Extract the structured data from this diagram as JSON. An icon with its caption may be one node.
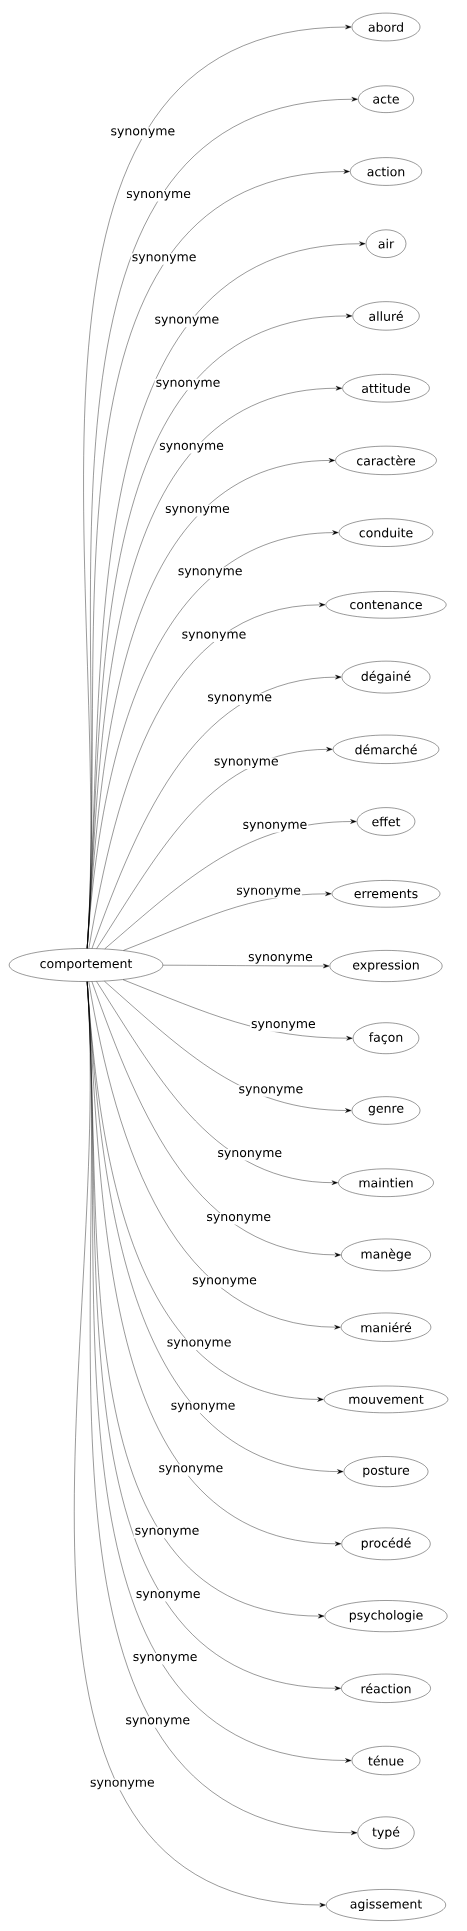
{
  "diagram": {
    "nodes": [
      {
        "text": [
          "comportement"
        ]
      },
      {
        "text": [
          "abord"
        ]
      },
      {
        "text": [
          "acte"
        ]
      },
      {
        "text": [
          "action"
        ]
      },
      {
        "text": [
          "air"
        ]
      },
      {
        "text": [
          "alluré"
        ]
      },
      {
        "text": [
          "attitude"
        ]
      },
      {
        "text": [
          "caractère"
        ]
      },
      {
        "text": [
          "conduite"
        ]
      },
      {
        "text": [
          "contenance"
        ]
      },
      {
        "text": [
          "dégainé"
        ]
      },
      {
        "text": [
          "démarché"
        ]
      },
      {
        "text": [
          "effet"
        ]
      },
      {
        "text": [
          "errements"
        ]
      },
      {
        "text": [
          "expression"
        ]
      },
      {
        "text": [
          "façon"
        ]
      },
      {
        "text": [
          "genre"
        ]
      },
      {
        "text": [
          "maintien"
        ]
      },
      {
        "text": [
          "manège"
        ]
      },
      {
        "text": [
          "maniéré"
        ]
      },
      {
        "text": [
          "mouvement"
        ]
      },
      {
        "text": [
          "posture"
        ]
      },
      {
        "text": [
          "procédé"
        ]
      },
      {
        "text": [
          "psychologie"
        ]
      },
      {
        "text": [
          "réaction"
        ]
      },
      {
        "text": [
          "ténue"
        ]
      },
      {
        "text": [
          "typé"
        ]
      },
      {
        "text": [
          "agissement"
        ]
      }
    ],
    "edges": [
      {
        "from": 0,
        "to": 1,
        "arrow": "to",
        "label": "synonyme"
      },
      {
        "from": 0,
        "to": 2,
        "arrow": "to",
        "label": "synonyme"
      },
      {
        "from": 0,
        "to": 3,
        "arrow": "to",
        "label": "synonyme"
      },
      {
        "from": 0,
        "to": 4,
        "arrow": "to",
        "label": "synonyme"
      },
      {
        "from": 0,
        "to": 5,
        "arrow": "to",
        "label": "synonyme"
      },
      {
        "from": 0,
        "to": 6,
        "arrow": "to",
        "label": "synonyme"
      },
      {
        "from": 0,
        "to": 7,
        "arrow": "to",
        "label": "synonyme"
      },
      {
        "from": 0,
        "to": 8,
        "arrow": "to",
        "label": "synonyme"
      },
      {
        "from": 0,
        "to": 9,
        "arrow": "to",
        "label": "synonyme"
      },
      {
        "from": 0,
        "to": 10,
        "arrow": "to",
        "label": "synonyme"
      },
      {
        "from": 0,
        "to": 11,
        "arrow": "to",
        "label": "synonyme"
      },
      {
        "from": 0,
        "to": 12,
        "arrow": "to",
        "label": "synonyme"
      },
      {
        "from": 0,
        "to": 13,
        "arrow": "to",
        "label": "synonyme"
      },
      {
        "from": 0,
        "to": 14,
        "arrow": "to",
        "label": "synonyme"
      },
      {
        "from": 0,
        "to": 15,
        "arrow": "to",
        "label": "synonyme"
      },
      {
        "from": 0,
        "to": 16,
        "arrow": "to",
        "label": "synonyme"
      },
      {
        "from": 0,
        "to": 17,
        "arrow": "to",
        "label": "synonyme"
      },
      {
        "from": 0,
        "to": 18,
        "arrow": "to",
        "label": "synonyme"
      },
      {
        "from": 0,
        "to": 19,
        "arrow": "to",
        "label": "synonyme"
      },
      {
        "from": 0,
        "to": 20,
        "arrow": "to",
        "label": "synonyme"
      },
      {
        "from": 0,
        "to": 21,
        "arrow": "to",
        "label": "synonyme"
      },
      {
        "from": 0,
        "to": 22,
        "arrow": "to",
        "label": "synonyme"
      },
      {
        "from": 0,
        "to": 23,
        "arrow": "to",
        "label": "synonyme"
      },
      {
        "from": 0,
        "to": 24,
        "arrow": "to",
        "label": "synonyme"
      },
      {
        "from": 0,
        "to": 25,
        "arrow": "to",
        "label": "synonyme"
      },
      {
        "from": 0,
        "to": 26,
        "arrow": "to",
        "label": "synonyme"
      },
      {
        "from": 0,
        "to": 27,
        "arrow": "to",
        "label": "synonyme"
      }
    ]
  }
}
